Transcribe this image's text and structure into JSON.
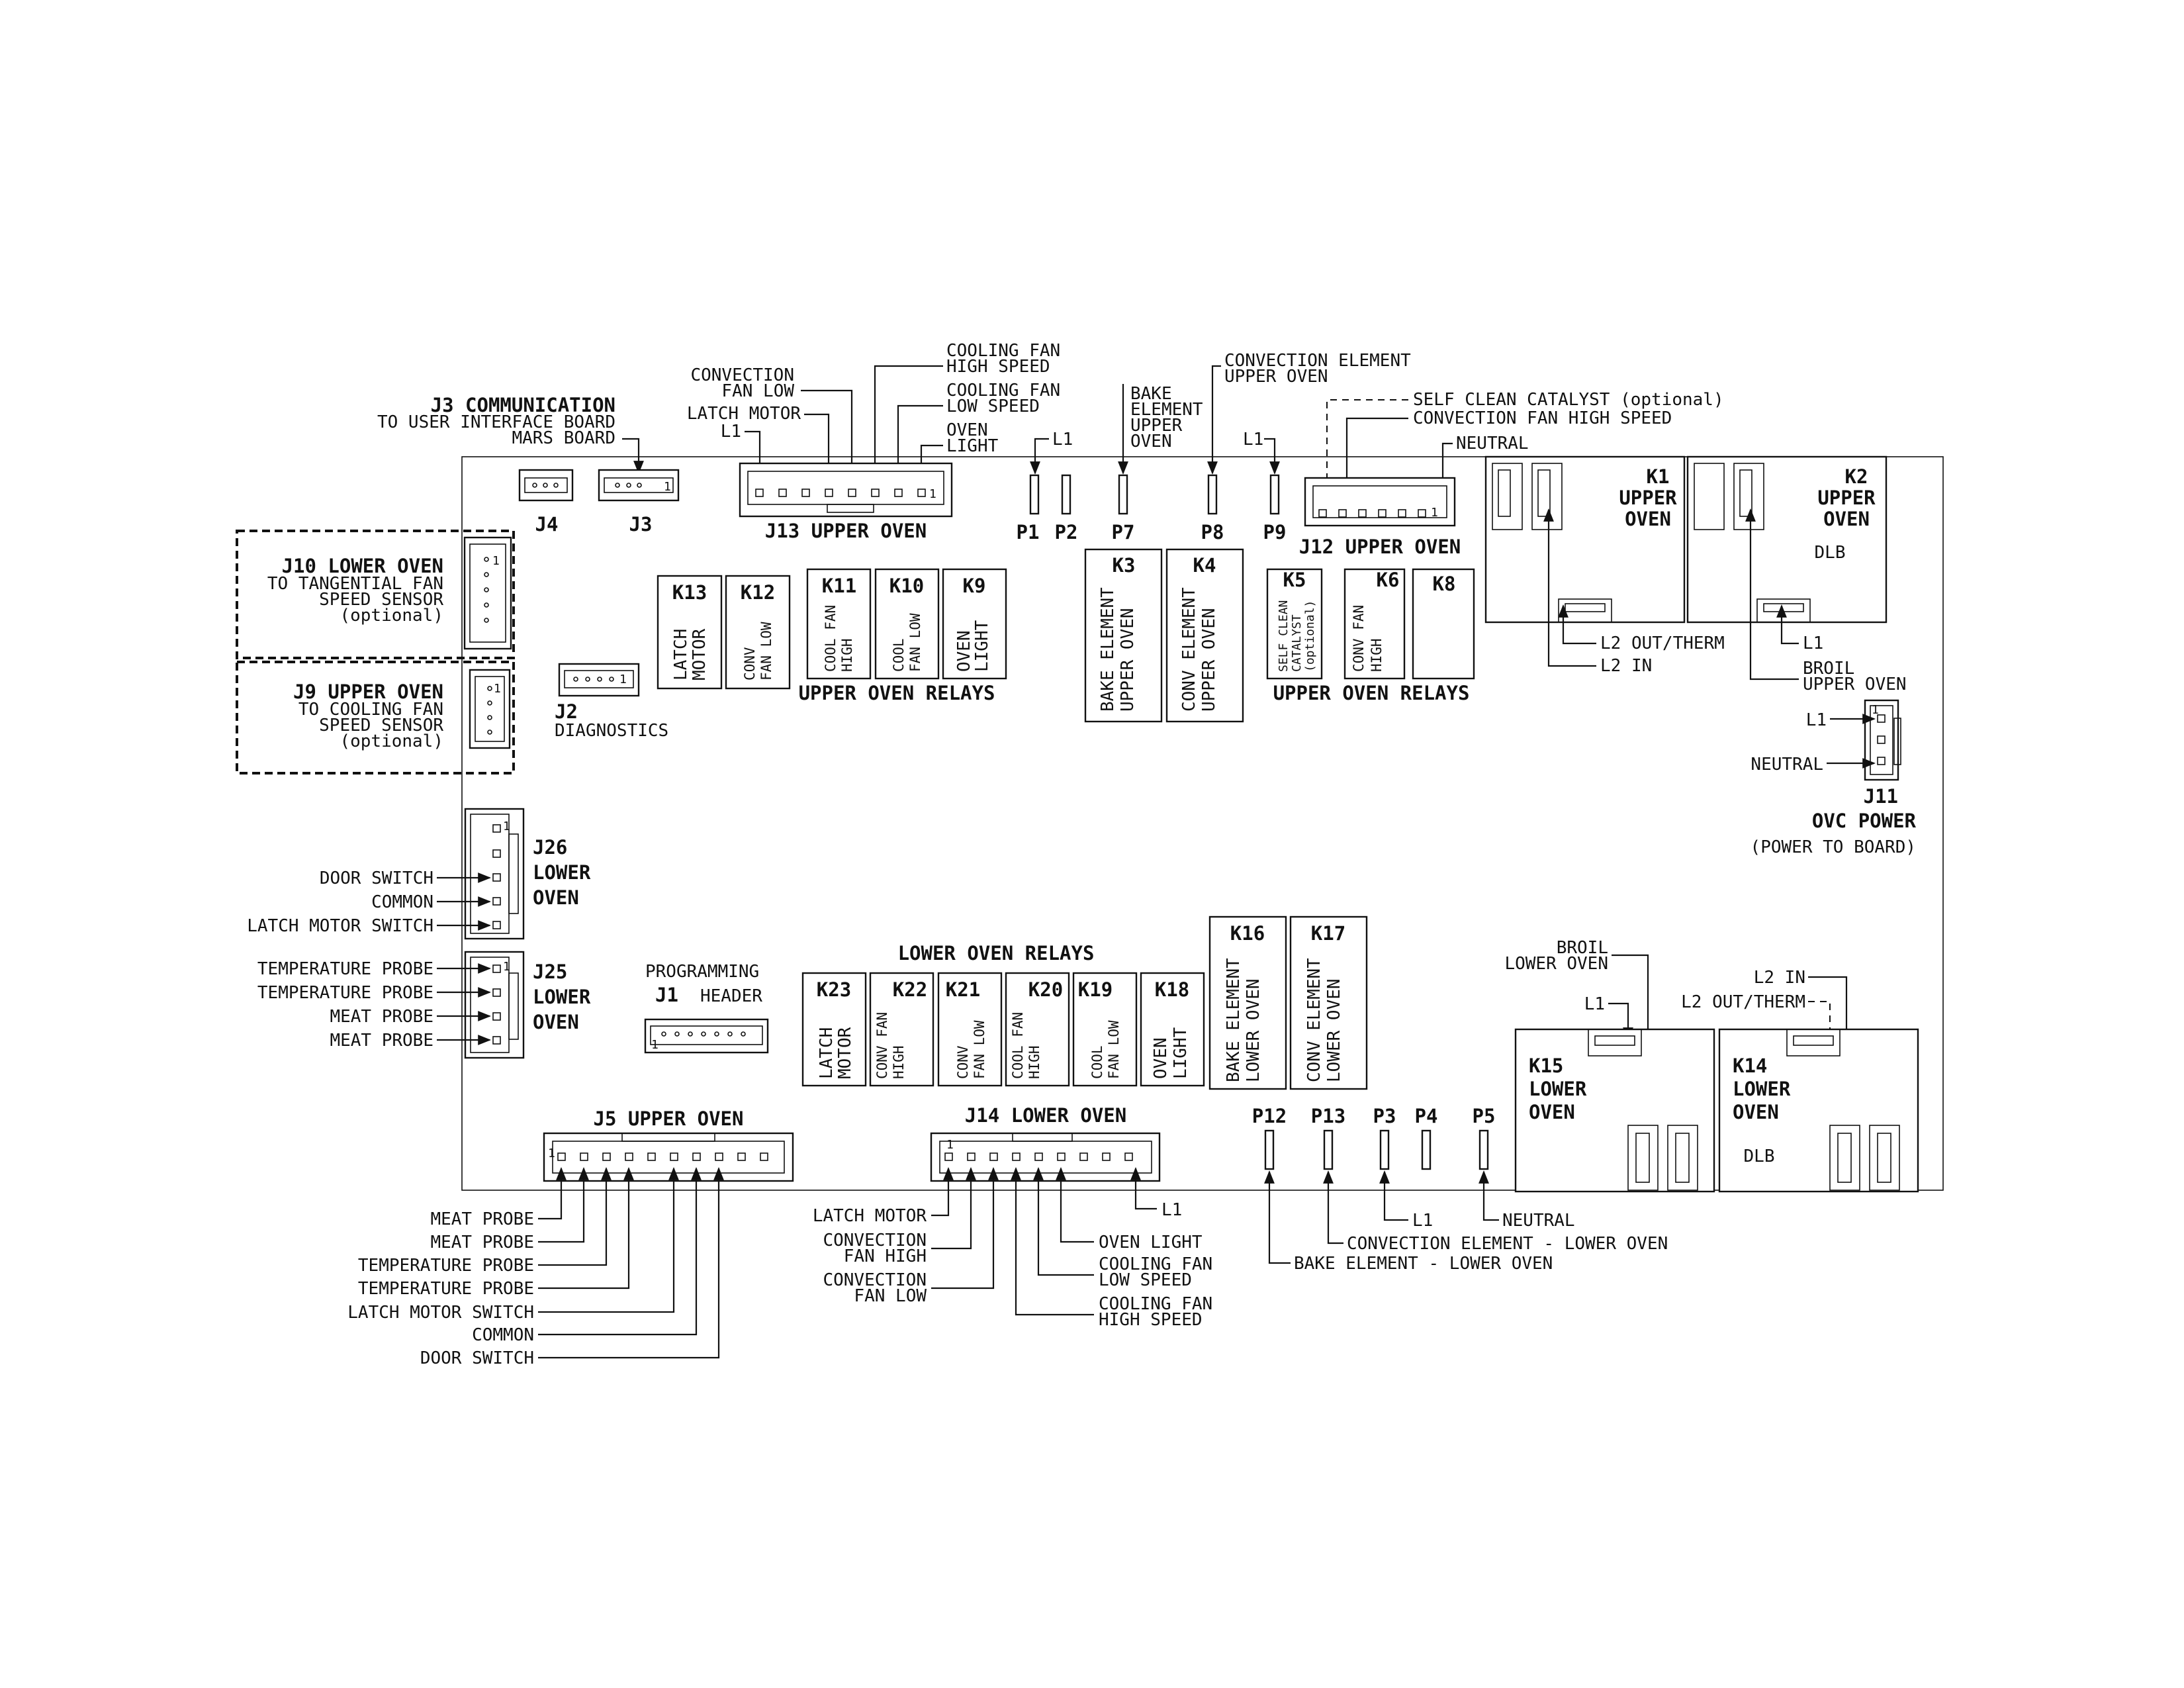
{
  "connectors_top": {
    "j3_title": "J3 COMMUNICATION",
    "j3_line1": "TO USER INTERFACE BOARD",
    "j3_line2": "MARS BOARD",
    "j4": "J4",
    "j3": "J3",
    "j13": "J13 UPPER OVEN",
    "conv_fan_low_1": "CONVECTION",
    "conv_fan_low_2": "FAN LOW",
    "latch_motor": "LATCH MOTOR",
    "l1": "L1",
    "cool_high_1": "COOLING FAN",
    "cool_high_2": "HIGH SPEED",
    "cool_low_1": "COOLING FAN",
    "cool_low_2": "LOW SPEED",
    "oven_light_1": "OVEN",
    "oven_light_2": "LIGHT",
    "bake_1": "BAKE",
    "bake_2": "ELEMENT",
    "bake_3": "UPPER",
    "bake_4": "OVEN",
    "conv_elem_1": "CONVECTION ELEMENT",
    "conv_elem_2": "UPPER OVEN",
    "self_clean": "SELF CLEAN CATALYST (optional)",
    "conv_fan_high": "CONVECTION FAN HIGH SPEED",
    "neutral": "NEUTRAL",
    "j12": "J12 UPPER OVEN",
    "p1": "P1",
    "p2": "P2",
    "p7": "P7",
    "p8": "P8",
    "p9": "P9"
  },
  "left_connectors": {
    "j10_title": "J10 LOWER OVEN",
    "j10_l1": "TO TANGENTIAL FAN",
    "j10_l2": "SPEED SENSOR",
    "j10_l3": "(optional)",
    "j9_title": "J9 UPPER OVEN",
    "j9_l1": "TO COOLING FAN",
    "j9_l2": "SPEED SENSOR",
    "j9_l3": "(optional)",
    "j2": "J2",
    "diagnostics": "DIAGNOSTICS",
    "j26": "J26",
    "j25": "J25",
    "lower": "LOWER",
    "oven": "OVEN",
    "door_switch": "DOOR SWITCH",
    "common": "COMMON",
    "latch_motor_switch": "LATCH MOTOR SWITCH",
    "temperature_probe": "TEMPERATURE PROBE",
    "meat_probe": "MEAT PROBE",
    "programming": "PROGRAMMING",
    "header": "HEADER",
    "j1": "J1"
  },
  "upper_relays": {
    "group_label": "UPPER OVEN RELAYS",
    "k13": "K13",
    "k13_t1": "LATCH",
    "k13_t2": "MOTOR",
    "k12": "K12",
    "k12_t1": "CONV",
    "k12_t2": "FAN LOW",
    "k11": "K11",
    "k11_t1": "COOL FAN",
    "k11_t2": "HIGH",
    "k10": "K10",
    "k10_t1": "COOL",
    "k10_t2": "FAN LOW",
    "k9": "K9",
    "k9_t1": "OVEN",
    "k9_t2": "LIGHT",
    "k3": "K3",
    "k3_t1": "BAKE ELEMENT",
    "k3_t2": "UPPER OVEN",
    "k4": "K4",
    "k4_t1": "CONV ELEMENT",
    "k4_t2": "UPPER OVEN",
    "k5": "K5",
    "k5_t1": "SELF CLEAN",
    "k5_t2": "CATALYST",
    "k5_t3": "(optional)",
    "k6": "K6",
    "k6_t1": "CONV FAN",
    "k6_t2": "HIGH",
    "k8": "K8"
  },
  "power_relays": {
    "k1": "K1",
    "k1_t1": "UPPER",
    "k1_t2": "OVEN",
    "k2": "K2",
    "k2_t1": "UPPER",
    "k2_t2": "OVEN",
    "dlb": "DLB",
    "l2_out_therm": "L2 OUT/THERM",
    "l2_in": "L2 IN",
    "l1": "L1",
    "broil_1": "BROIL",
    "broil_2": "UPPER OVEN",
    "j11_l1": "L1",
    "j11_neutral": "NEUTRAL",
    "j11": "J11",
    "ovc_power": "OVC POWER",
    "power_to_board": "(POWER TO BOARD)"
  },
  "lower_relays": {
    "group_label": "LOWER OVEN RELAYS",
    "k23": "K23",
    "k23_t1": "LATCH",
    "k23_t2": "MOTOR",
    "k22": "K22",
    "k22_t1": "CONV FAN",
    "k22_t2": "HIGH",
    "k21": "K21",
    "k21_t1": "CONV",
    "k21_t2": "FAN LOW",
    "k20": "K20",
    "k20_t1": "COOL FAN",
    "k20_t2": "HIGH",
    "k19": "K19",
    "k19_t1": "COOL",
    "k19_t2": "FAN LOW",
    "k18": "K18",
    "k18_t1": "OVEN",
    "k18_t2": "LIGHT",
    "k16": "K16",
    "k16_t1": "BAKE ELEMENT",
    "k16_t2": "LOWER OVEN",
    "k17": "K17",
    "k17_t1": "CONV ELEMENT",
    "k17_t2": "LOWER OVEN",
    "broil_1": "BROIL",
    "broil_2": "LOWER OVEN",
    "l1": "L1",
    "l2_in": "L2 IN",
    "l2_out_therm": "L2 OUT/THERM",
    "k15": "K15",
    "k15_t1": "LOWER",
    "k15_t2": "OVEN",
    "k14": "K14",
    "k14_t1": "LOWER",
    "k14_t2": "OVEN",
    "dlb": "DLB"
  },
  "bottom": {
    "j5": "J5 UPPER OVEN",
    "j14": "J14 LOWER OVEN",
    "meat_probe": "MEAT PROBE",
    "temperature_probe": "TEMPERATURE PROBE",
    "latch_motor_switch": "LATCH MOTOR SWITCH",
    "common": "COMMON",
    "door_switch": "DOOR SWITCH",
    "latch_motor": "LATCH MOTOR",
    "conv_fan_high_1": "CONVECTION",
    "conv_fan_high_2": "FAN HIGH",
    "conv_fan_low_1": "CONVECTION",
    "conv_fan_low_2": "FAN LOW",
    "l1": "L1",
    "oven_light": "OVEN LIGHT",
    "cool_low_1": "COOLING FAN",
    "cool_low_2": "LOW SPEED",
    "cool_high_1": "COOLING FAN",
    "cool_high_2": "HIGH SPEED",
    "p12": "P12",
    "p13": "P13",
    "p3": "P3",
    "p4": "P4",
    "p5": "P5",
    "p3_l1": "L1",
    "neutral": "NEUTRAL",
    "conv_elem_lower": "CONVECTION ELEMENT - LOWER OVEN",
    "bake_elem_lower": "BAKE ELEMENT - LOWER OVEN"
  },
  "pin_one": "1"
}
